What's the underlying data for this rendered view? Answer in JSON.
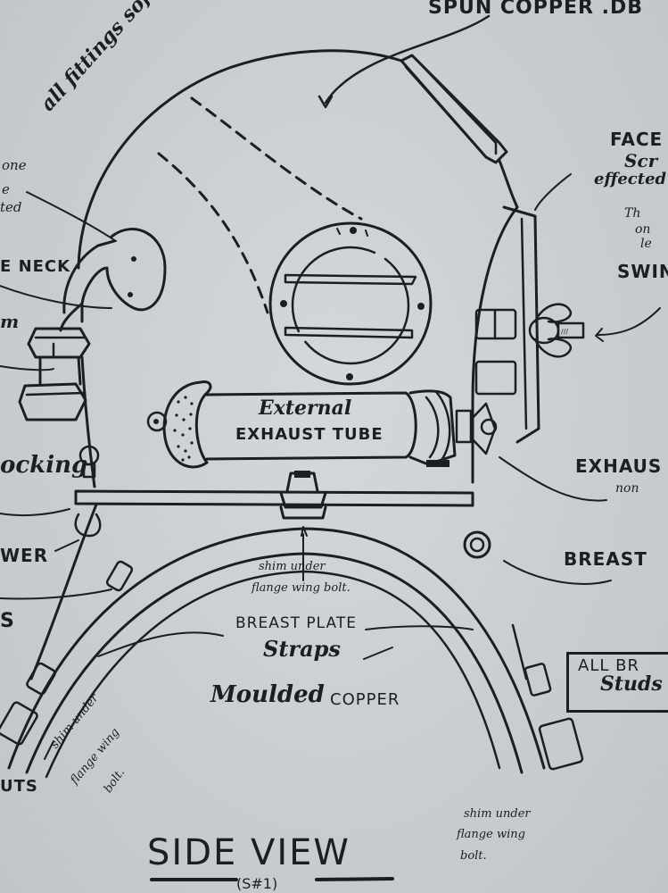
{
  "diagram": {
    "title": "SIDE VIEW",
    "subtitle": "(S#1)",
    "labels": {
      "spun_copper": "SPUN COPPER .DB",
      "fittings_note": "all fittings soft solder",
      "left_top_note_1": "one",
      "left_top_note_2": "e",
      "left_top_note_3": "ted",
      "neck": "E NECK",
      "left_mid_note": "m",
      "locking": "ocking",
      "lower": "WER",
      "left_s": "S",
      "nuts": "UTS",
      "face_1": "FACE",
      "face_2": "Scr",
      "face_3": "effected",
      "face_4": "Th",
      "face_5": "on",
      "face_6": "le",
      "swing": "SWIN",
      "external": "External",
      "exhaust_tube": "EXHAUST TUBE",
      "exhaust_right": "EXHAUS",
      "exhaust_right_sub": "non",
      "breast_right": "BREAST",
      "shim_top_1": "shim under",
      "shim_top_2": "flange wing bolt.",
      "breastplate": "BREAST PLATE",
      "straps": "Straps",
      "moulded": "Moulded",
      "copper": "COPPER",
      "all_br_1": "ALL BR",
      "all_br_2": "Studs",
      "shim_left_1": "shim under",
      "shim_left_2": "flange wing",
      "shim_left_3": "bolt.",
      "shim_right_1": "shim under",
      "shim_right_2": "flange wing",
      "shim_right_3": "bolt."
    },
    "colors": {
      "ink": "#1c1f22",
      "paper": "#c9ced1"
    }
  }
}
